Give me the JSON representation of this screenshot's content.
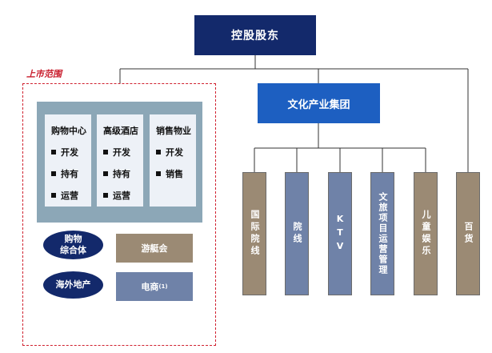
{
  "top_node": {
    "label": "控股股东"
  },
  "listed_scope": {
    "label": "上市范围",
    "cards": [
      {
        "title": "购物中心",
        "items": [
          "开发",
          "持有",
          "运营"
        ]
      },
      {
        "title": "高级酒店",
        "items": [
          "开发",
          "持有",
          "运营"
        ]
      },
      {
        "title": "销售物业",
        "items": [
          "开发",
          "销售"
        ]
      }
    ],
    "ellipses": [
      {
        "label_line1": "购物",
        "label_line2": "综合体"
      },
      {
        "label_line1": "海外地产",
        "label_line2": ""
      }
    ],
    "boxes": [
      {
        "label": "游艇会",
        "sup": ""
      },
      {
        "label": "电商",
        "sup": "(1)"
      }
    ]
  },
  "culture_group": {
    "label": "文化产业集团"
  },
  "subsidiaries": [
    {
      "label": "国际院线",
      "color": "#9b8a74"
    },
    {
      "label": "院线",
      "color": "#6f82a8"
    },
    {
      "label": "KTV",
      "color": "#6f82a8"
    },
    {
      "label": "文旅项目运营管理",
      "color": "#6f82a8"
    },
    {
      "label": "儿童娱乐",
      "color": "#9b8a74"
    },
    {
      "label": "百货",
      "color": "#9b8a74"
    }
  ],
  "colors": {
    "navy": "#13296b",
    "blue": "#1d5fc1",
    "brown": "#9b8a74",
    "slate": "#6f82a8",
    "dashed_red": "#d0202e"
  }
}
